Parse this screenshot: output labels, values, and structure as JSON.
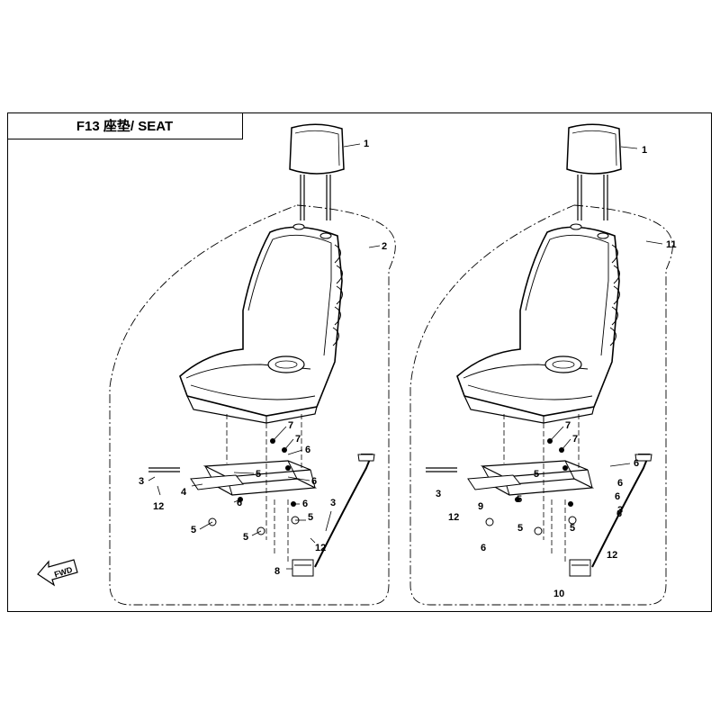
{
  "header": {
    "title": "F13 座垫/ SEAT"
  },
  "fwd_label": "FWD",
  "left_callouts": [
    "1",
    "2",
    "7",
    "7",
    "6",
    "5",
    "4",
    "3",
    "12",
    "6",
    "6",
    "5",
    "6",
    "3",
    "5",
    "5",
    "12",
    "8"
  ],
  "right_callouts": [
    "1",
    "11",
    "7",
    "7",
    "6",
    "5",
    "3",
    "5",
    "9",
    "12",
    "6",
    "6",
    "6",
    "5",
    "3",
    "5",
    "6",
    "12",
    "10"
  ]
}
